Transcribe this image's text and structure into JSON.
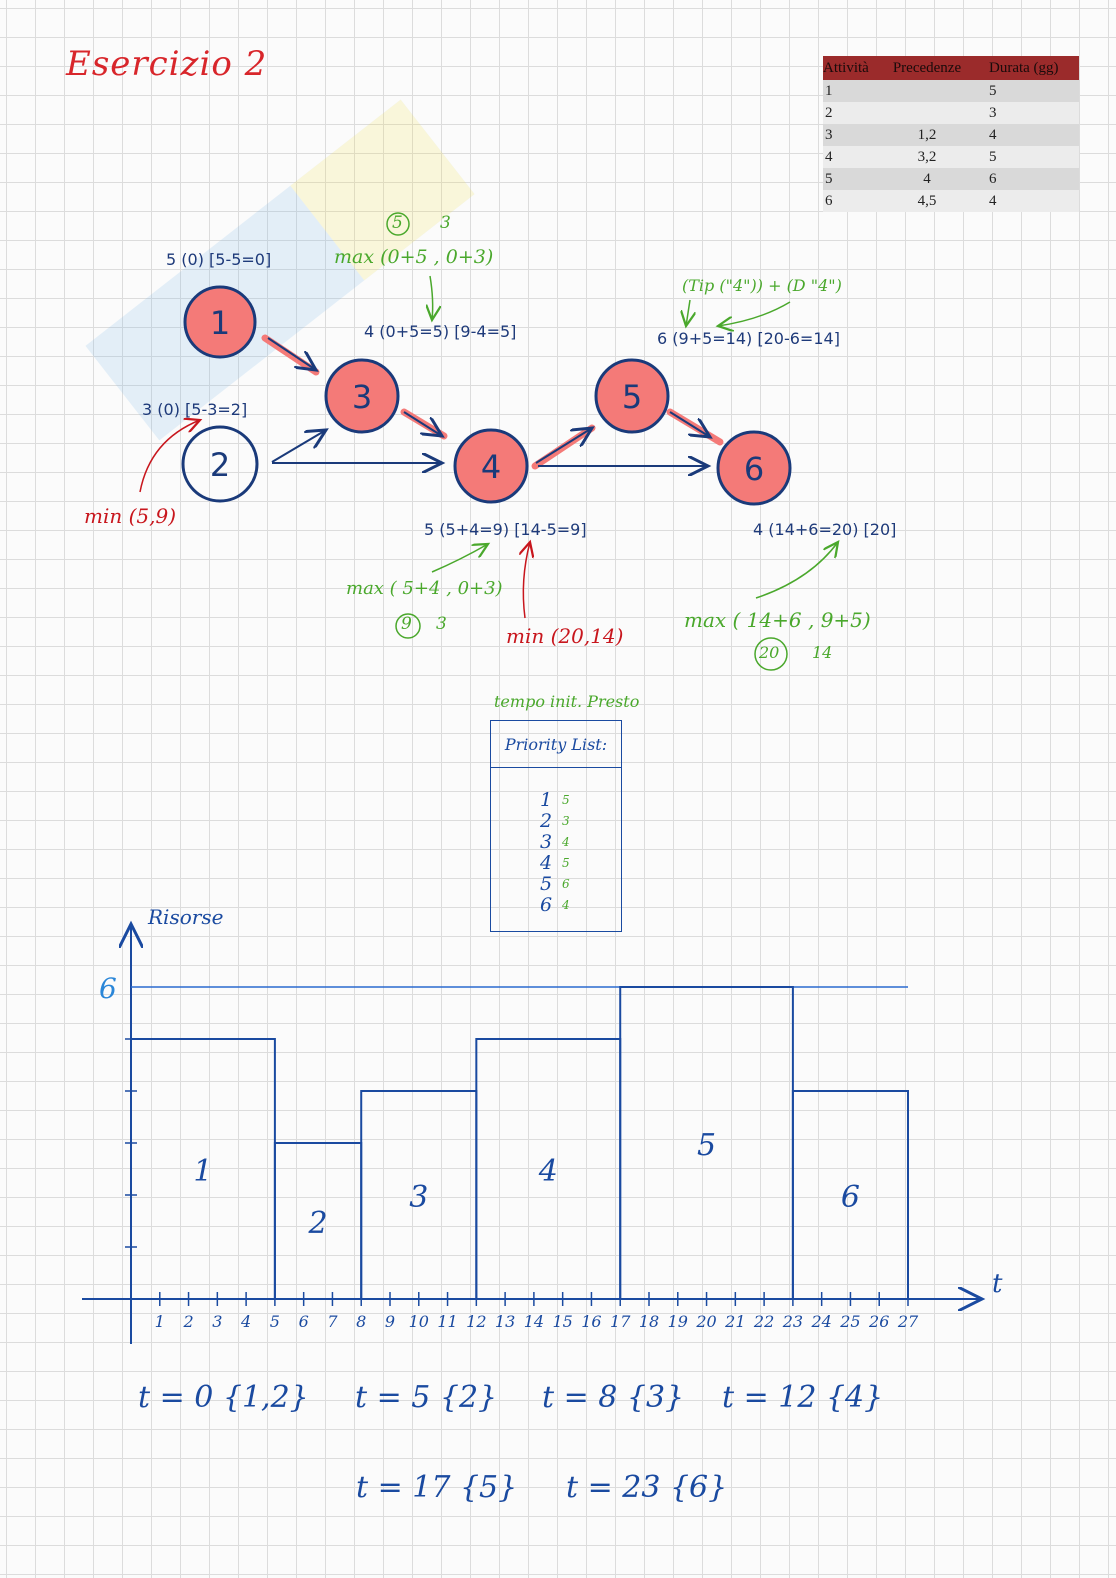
{
  "title": "Esercizio 2",
  "table": {
    "headers": [
      "Attività",
      "Precedenze",
      "Durata (gg)"
    ],
    "rows": [
      {
        "act": "1",
        "prec": "",
        "dur": "5"
      },
      {
        "act": "2",
        "prec": "",
        "dur": "3"
      },
      {
        "act": "3",
        "prec": "1,2",
        "dur": "4"
      },
      {
        "act": "4",
        "prec": "3,2",
        "dur": "5"
      },
      {
        "act": "5",
        "prec": "4",
        "dur": "6"
      },
      {
        "act": "6",
        "prec": "4,5",
        "dur": "4"
      }
    ]
  },
  "network": {
    "nodes": [
      {
        "id": "1",
        "label": "5 (0) [5-5=0]",
        "critical": true
      },
      {
        "id": "2",
        "label": "3 (0) [5-3=2]",
        "critical": false
      },
      {
        "id": "3",
        "label": "4 (0+5=5) [9-4=5]",
        "critical": true
      },
      {
        "id": "4",
        "label": "5 (5+4=9) [14-5=9]",
        "critical": true
      },
      {
        "id": "5",
        "label": "6 (9+5=14) [20-6=14]",
        "critical": true
      },
      {
        "id": "6",
        "label": "4 (14+6=20) [20]",
        "critical": true
      }
    ],
    "annotations": {
      "n3_max": "max (0+5 , 0+3)",
      "n3_vals": [
        "5",
        "3"
      ],
      "n2_min": "min (5,9)",
      "n4_max": "max ( 5+4 , 0+3)",
      "n4_vals": [
        "9",
        "3"
      ],
      "n4_min": "min (20,14)",
      "n5_note": "(Tip (\"4\")) + (D \"4\")",
      "n6_max": "max ( 14+6 , 9+5)",
      "n6_vals": [
        "20",
        "14"
      ]
    }
  },
  "priority_list": {
    "caption": "tempo init. Presto",
    "title": "Priority List:",
    "items": [
      {
        "act": "1",
        "val": "5"
      },
      {
        "act": "2",
        "val": "3"
      },
      {
        "act": "3",
        "val": "4"
      },
      {
        "act": "4",
        "val": "5"
      },
      {
        "act": "5",
        "val": "6"
      },
      {
        "act": "6",
        "val": "4"
      }
    ]
  },
  "chart_data": {
    "type": "bar",
    "ylabel": "Risorse",
    "xlabel": "t",
    "limit_label": "6",
    "limit": 6,
    "ylim": [
      0,
      6
    ],
    "xlim": [
      0,
      27
    ],
    "x_ticks": [
      "1",
      "2",
      "3",
      "4",
      "5",
      "6",
      "7",
      "8",
      "9",
      "10",
      "11",
      "12",
      "13",
      "14",
      "15",
      "16",
      "17",
      "18",
      "19",
      "20",
      "21",
      "22",
      "23",
      "24",
      "25",
      "26",
      "27"
    ],
    "blocks": [
      {
        "label": "1",
        "start": 0,
        "end": 5,
        "value": 5
      },
      {
        "label": "2",
        "start": 5,
        "end": 8,
        "value": 3
      },
      {
        "label": "3",
        "start": 8,
        "end": 12,
        "value": 4
      },
      {
        "label": "4",
        "start": 12,
        "end": 17,
        "value": 5
      },
      {
        "label": "5",
        "start": 17,
        "end": 23,
        "value": 6
      },
      {
        "label": "6",
        "start": 23,
        "end": 27,
        "value": 4
      }
    ]
  },
  "schedule": [
    "t = 0 {1,2}",
    "t = 5 {2}",
    "t = 8 {3}",
    "t = 12 {4}",
    "t = 17 {5}",
    "t = 23 {6}"
  ],
  "colors": {
    "critical_fill": "#f47a78",
    "ink_blue": "#1a3a7a",
    "green": "#4aa82c",
    "red": "#c8161d"
  }
}
